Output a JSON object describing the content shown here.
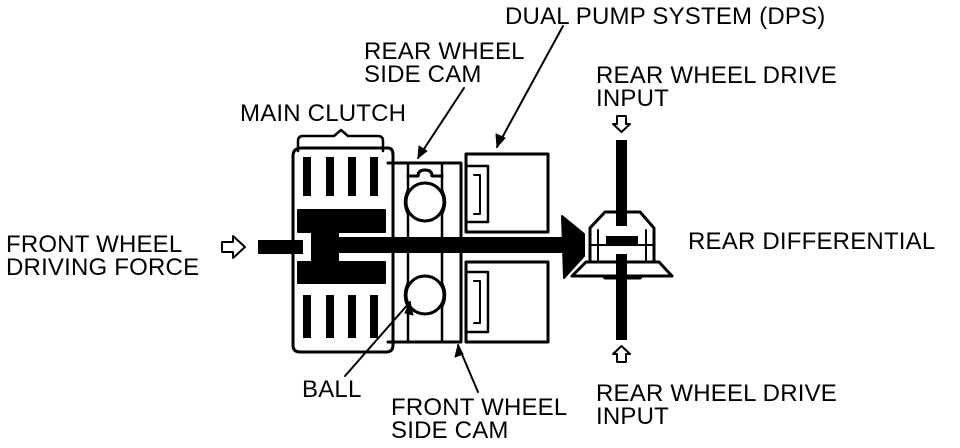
{
  "labels": {
    "dps": "DUAL PUMP SYSTEM (DPS)",
    "rear_cam_line1": "REAR WHEEL",
    "rear_cam_line2": "SIDE CAM",
    "main_clutch": "MAIN CLUTCH",
    "rear_input_top_line1": "REAR WHEEL DRIVE",
    "rear_input_top_line2": "INPUT",
    "front_force_line1": "FRONT WHEEL",
    "front_force_line2": "DRIVING FORCE",
    "rear_diff": "REAR DIFFERENTIAL",
    "ball": "BALL",
    "front_cam_line1": "FRONT WHEEL",
    "front_cam_line2": "SIDE CAM",
    "rear_input_bottom_line1": "REAR WHEEL DRIVE",
    "rear_input_bottom_line2": "INPUT"
  },
  "colors": {
    "ink": "#000000",
    "paper": "#ffffff"
  }
}
